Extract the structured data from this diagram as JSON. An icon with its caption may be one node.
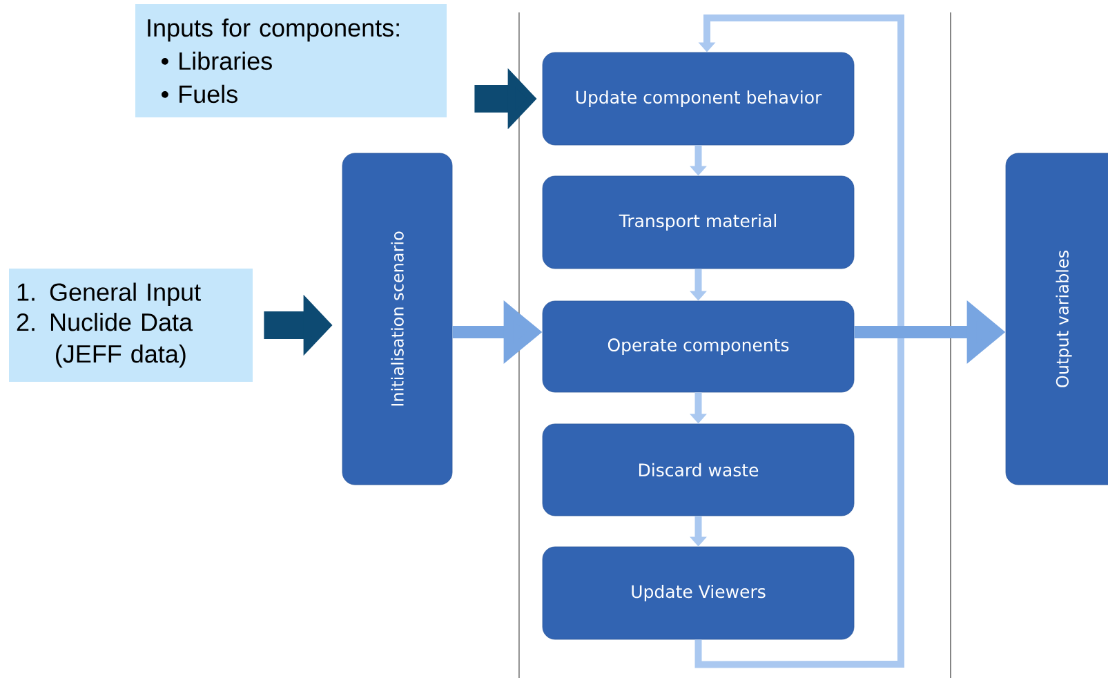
{
  "diagram": {
    "nodes": [
      {
        "text": [
          "Inputs for components:",
          "• Libraries",
          "• Fuels"
        ]
      },
      {
        "text": [
          "1. General Input",
          "2. Nuclide Data (JEFF data)"
        ]
      },
      {
        "text": [
          "Initialisation scenario"
        ]
      },
      {
        "text": [
          "Update component behavior"
        ]
      },
      {
        "text": [
          "Transport material"
        ]
      },
      {
        "text": [
          "Operate components"
        ]
      },
      {
        "text": [
          "Discard waste"
        ]
      },
      {
        "text": [
          "Update Viewers"
        ]
      },
      {
        "text": [
          "Output variables"
        ]
      }
    ],
    "edges": [
      {
        "from": 0,
        "to": 3,
        "arrow": "to",
        "style": "thick",
        "color": "#0d4a72"
      },
      {
        "from": 1,
        "to": 2,
        "arrow": "to",
        "style": "thick",
        "color": "#0d4a72"
      },
      {
        "from": 2,
        "to": 5,
        "arrow": "to",
        "style": "thick"
      },
      {
        "from": 3,
        "to": 4,
        "arrow": "to"
      },
      {
        "from": 4,
        "to": 5,
        "arrow": "to"
      },
      {
        "from": 5,
        "to": 6,
        "arrow": "to"
      },
      {
        "from": 6,
        "to": 7,
        "arrow": "to"
      },
      {
        "from": 7,
        "to": 3,
        "arrow": "to"
      },
      {
        "from": 5,
        "to": 8,
        "arrow": "to",
        "style": "thick"
      }
    ]
  }
}
